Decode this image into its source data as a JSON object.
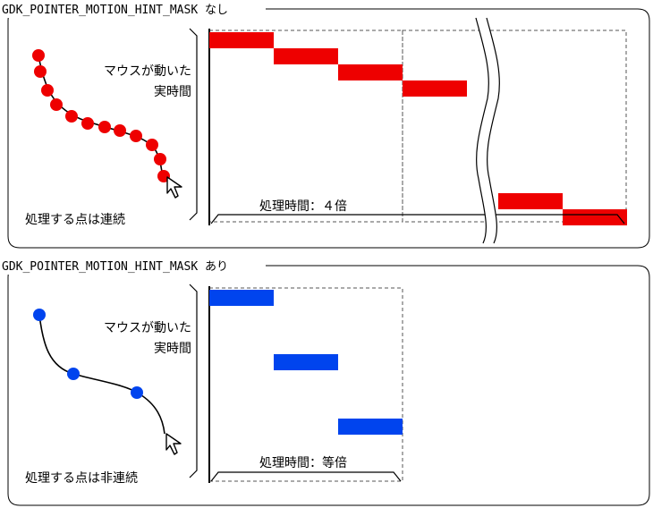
{
  "panel_top": {
    "title": "GDK_POINTER_MOTION_HINT_MASK なし",
    "motion_label_line1": "マウスが動いた",
    "motion_label_line2": "実時間",
    "processing_caption": "処理時間：４倍",
    "points_caption": "処理する点は連続",
    "point_color": "#ee0000",
    "bar_color": "#ee0000"
  },
  "panel_bottom": {
    "title": "GDK_POINTER_MOTION_HINT_MASK あり",
    "motion_label_line1": "マウスが動いた",
    "motion_label_line2": "実時間",
    "processing_caption": "処理時間：等倍",
    "points_caption": "処理する点は非連続",
    "point_color": "#0044ee",
    "bar_color": "#0044ee"
  }
}
